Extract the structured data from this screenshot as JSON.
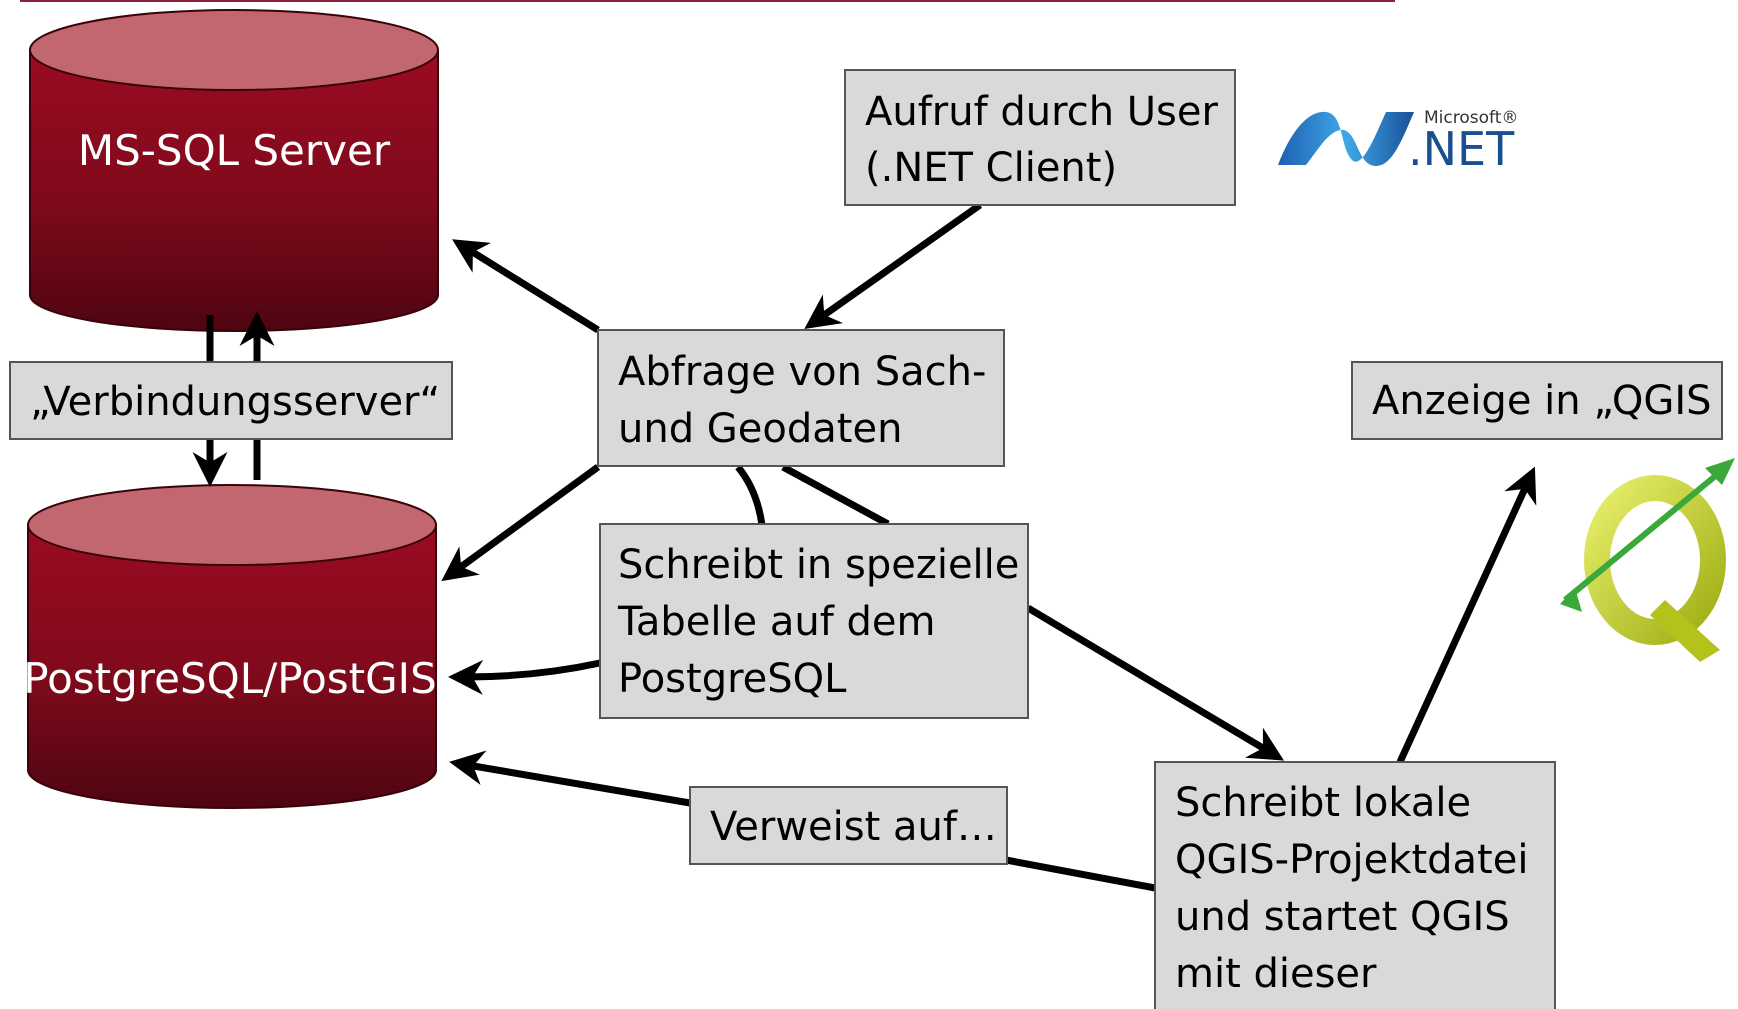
{
  "databases": {
    "mssql": "MS-SQL Server",
    "postgres": "PostgreSQL/PostGIS"
  },
  "boxes": {
    "verbindungsserver": "„Verbindungsserver“",
    "aufruf": [
      "Aufruf durch User",
      "(.NET Client)"
    ],
    "abfrage": [
      "Abfrage von Sach-",
      "und Geodaten"
    ],
    "schreibt_tabelle": [
      "Schreibt in spezielle",
      "Tabelle auf dem",
      "PostgreSQL"
    ],
    "anzeige": "Anzeige in „QGIS",
    "verweist": "Verweist auf…",
    "schreibt_projekt": [
      "Schreibt lokale",
      "QGIS-Projektdatei",
      "und startet QGIS",
      "mit dieser"
    ]
  },
  "logos": {
    "dotnet": {
      "brand": "Microsoft®",
      "name": ".NET",
      "color": "#1a6fc2"
    },
    "qgis": {
      "letter": "Q",
      "color": "#c8d327",
      "arrow_color": "#3aa83a"
    }
  },
  "colors": {
    "db_top": "#c26670",
    "db_body": "#8c0a1c",
    "db_bottom": "#5a0612",
    "box_fill": "#d9d9d9",
    "box_border": "#555555",
    "top_rule": "#8a2040"
  }
}
